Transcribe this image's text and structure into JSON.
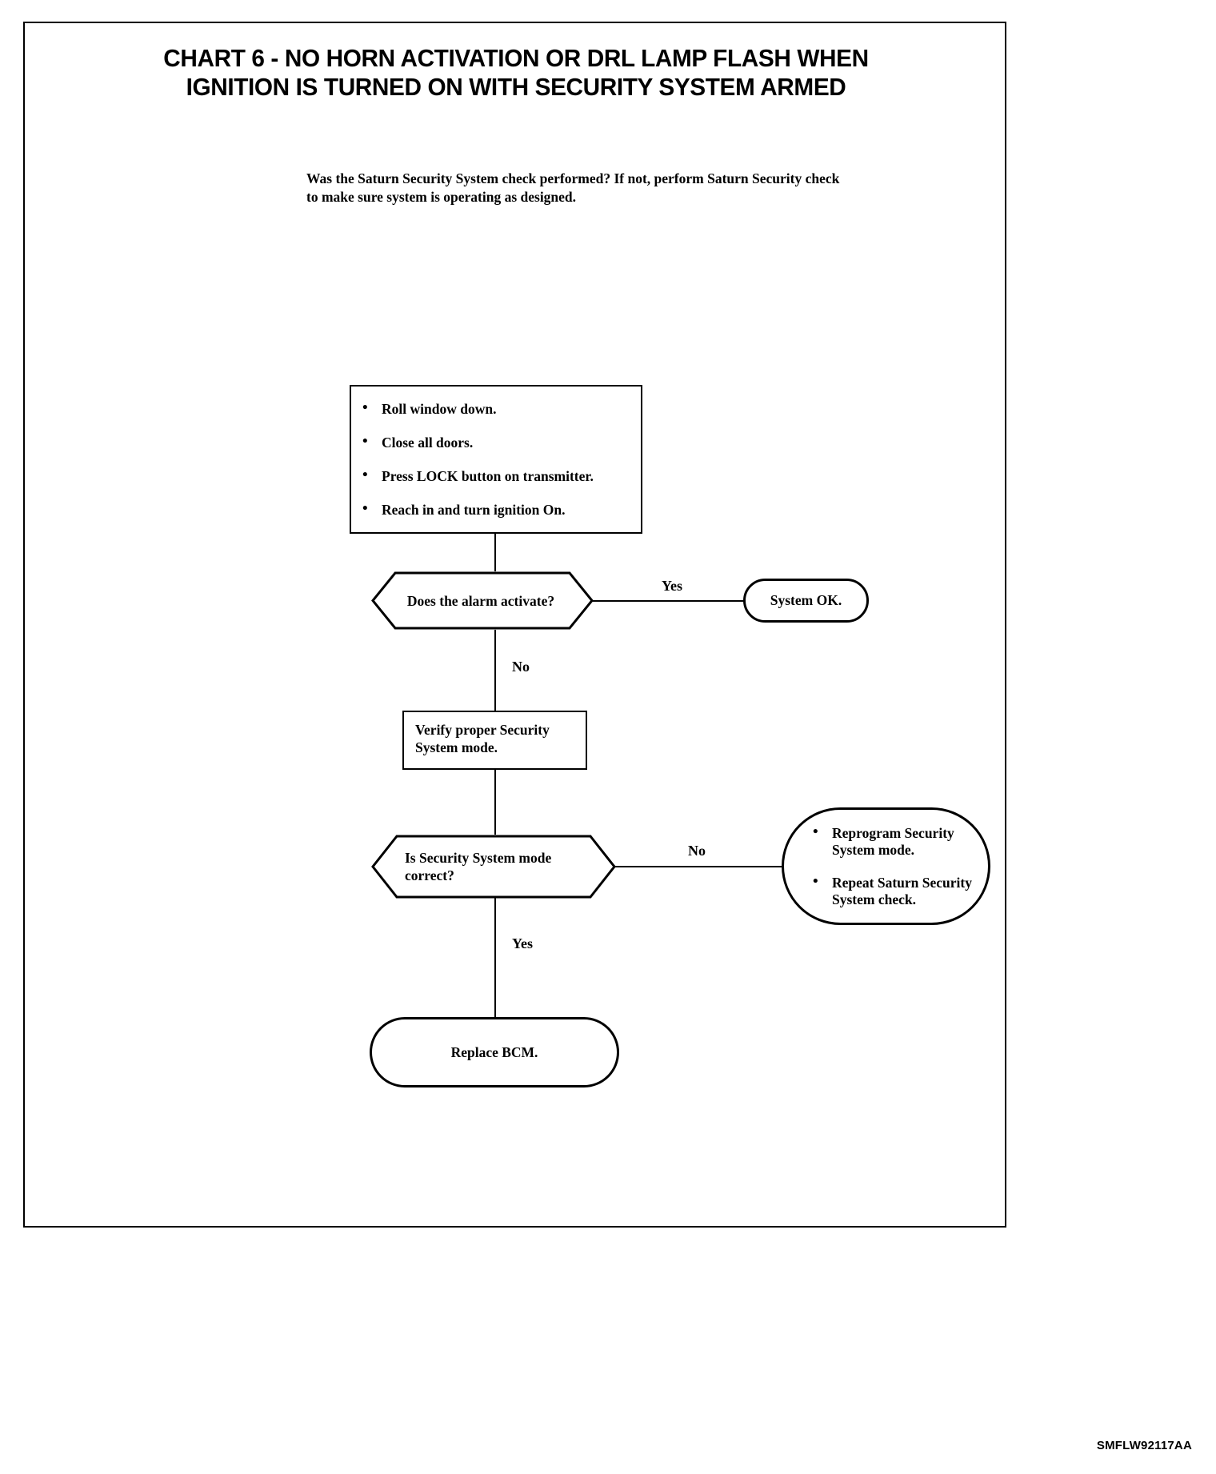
{
  "document": {
    "title_lines": [
      "CHART 6 - NO HORN ACTIVATION OR DRL LAMP FLASH WHEN",
      "IGNITION IS TURNED ON WITH SECURITY SYSTEM ARMED"
    ],
    "intro_lines": [
      "Was the Saturn Security System check performed?  If not, perform Saturn Security check",
      "to make sure system is operating as designed."
    ],
    "footer_code": "SMFLW92117AA"
  },
  "flowchart": {
    "type": "flowchart",
    "nodes": [
      {
        "id": "prep-steps",
        "shape": "process",
        "bullets": [
          "Roll window down.",
          "Close all doors.",
          "Press LOCK button on transmitter.",
          "Reach in and turn ignition On."
        ]
      },
      {
        "id": "alarm-activate",
        "shape": "decision",
        "text": "Does the alarm activate?"
      },
      {
        "id": "system-ok",
        "shape": "terminal",
        "text": "System OK."
      },
      {
        "id": "verify-mode",
        "shape": "process",
        "lines": [
          "Verify proper Security",
          "System mode."
        ]
      },
      {
        "id": "mode-correct",
        "shape": "decision",
        "lines": [
          "Is Security System mode",
          "correct?"
        ]
      },
      {
        "id": "reprogram",
        "shape": "terminal",
        "bullets": [
          [
            "Reprogram Security",
            "System mode."
          ],
          [
            "Repeat Saturn Security",
            "System check."
          ]
        ]
      },
      {
        "id": "replace-bcm",
        "shape": "terminal",
        "text": "Replace BCM."
      }
    ],
    "edges": [
      {
        "from": "prep-steps",
        "to": "alarm-activate",
        "label": ""
      },
      {
        "from": "alarm-activate",
        "to": "system-ok",
        "label": "Yes"
      },
      {
        "from": "alarm-activate",
        "to": "verify-mode",
        "label": "No"
      },
      {
        "from": "verify-mode",
        "to": "mode-correct",
        "label": ""
      },
      {
        "from": "mode-correct",
        "to": "reprogram",
        "label": "No"
      },
      {
        "from": "mode-correct",
        "to": "replace-bcm",
        "label": "Yes"
      }
    ],
    "edge_labels": {
      "yes_alarm": "Yes",
      "no_alarm": "No",
      "no_mode": "No",
      "yes_mode": "Yes"
    }
  },
  "colors": {
    "stroke": "#000000",
    "background": "#ffffff"
  }
}
